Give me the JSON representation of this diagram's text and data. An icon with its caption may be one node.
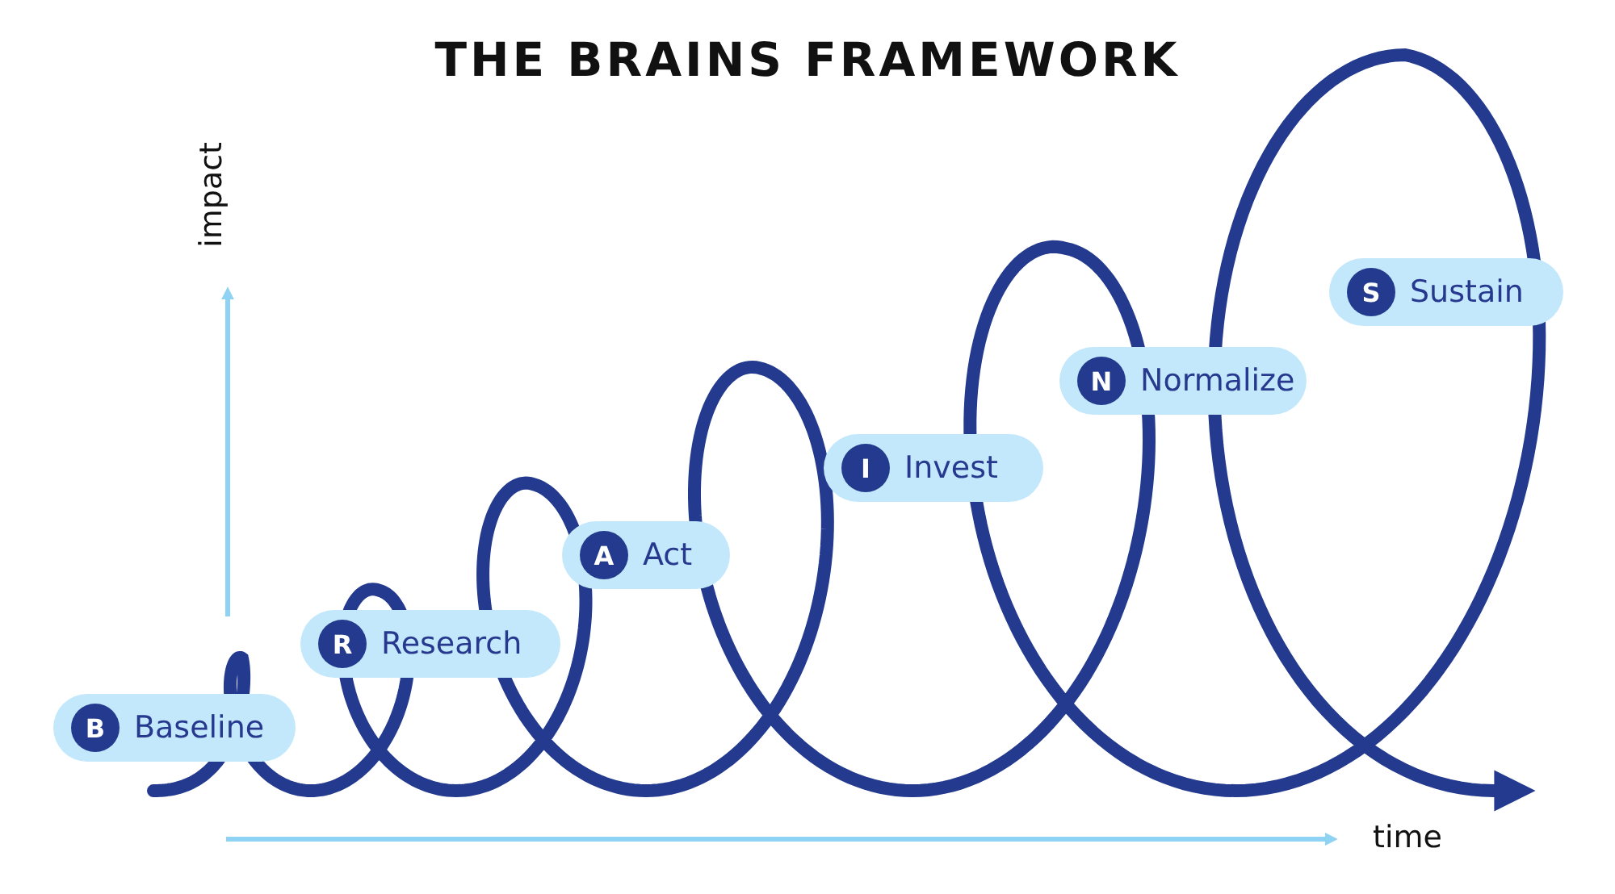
{
  "diagram": {
    "title": "THE BRAINS FRAMEWORK",
    "nodes": [
      {
        "text": [
          "Baseline"
        ]
      },
      {
        "text": [
          "B"
        ],
        "in": 0
      },
      {
        "text": [
          "Research"
        ]
      },
      {
        "text": [
          "R"
        ],
        "in": 2
      },
      {
        "text": [
          "Act"
        ]
      },
      {
        "text": [
          "A"
        ],
        "in": 4
      },
      {
        "text": [
          "Invest"
        ]
      },
      {
        "text": [
          "I"
        ],
        "in": 6
      },
      {
        "text": [
          "Normalize"
        ]
      },
      {
        "text": [
          "N"
        ],
        "in": 8
      },
      {
        "text": [
          "Sustain"
        ]
      },
      {
        "text": [
          "S"
        ],
        "in": 10
      }
    ],
    "edges": [],
    "labels": [
      "impact",
      "time"
    ]
  }
}
